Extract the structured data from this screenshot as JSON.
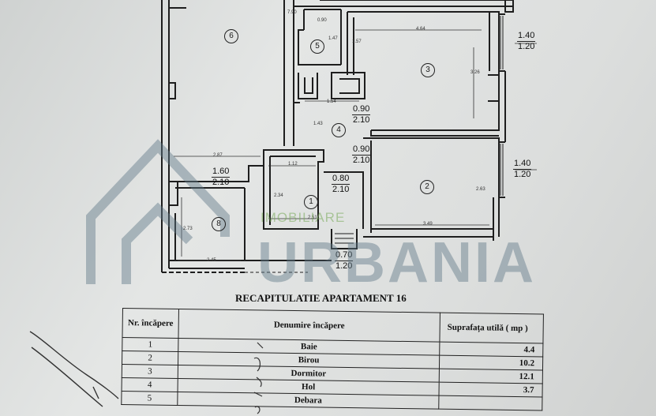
{
  "plan": {
    "rooms": [
      {
        "id": "room-6",
        "num": "6"
      },
      {
        "id": "room-5",
        "num": "5"
      },
      {
        "id": "room-3",
        "num": "3"
      },
      {
        "id": "room-4",
        "num": "4"
      },
      {
        "id": "room-1",
        "num": "1"
      },
      {
        "id": "room-2",
        "num": "2"
      },
      {
        "id": "room-8",
        "num": "8"
      }
    ],
    "dimensions": {
      "d_790": "7.90",
      "d_090": "0.90",
      "d_147": "1.47",
      "d_157": "1.57",
      "d_464": "4.64",
      "d_326": "3.26",
      "d_154": "1.54",
      "d_143": "1.43",
      "d_287": "2.87",
      "d_112": "1.12",
      "d_234": "2.34",
      "d_251": "2.51",
      "d_349": "3.49",
      "d_263": "2.63",
      "d_273": "2.73",
      "d_245": "2.45"
    },
    "openings": [
      {
        "id": "window-room3",
        "num": "1.40",
        "den": "1.20"
      },
      {
        "id": "door-hol-room3",
        "num": "0.90",
        "den": "2.10"
      },
      {
        "id": "door-hol-room2",
        "num": "0.90",
        "den": "2.10"
      },
      {
        "id": "window-room2",
        "num": "1.40",
        "den": "1.20"
      },
      {
        "id": "door-room8",
        "num": "1.60",
        "den": "2.10"
      },
      {
        "id": "door-baie",
        "num": "0.80",
        "den": "2.10"
      },
      {
        "id": "window-bottom",
        "num": "0.70",
        "den": "1.20"
      }
    ]
  },
  "watermark": {
    "brand": "URBANIA",
    "sub": "IMOBILIARE"
  },
  "recap": {
    "title": "RECAPITULATIE APARTAMENT 16",
    "headers": {
      "nr": "Nr. încăpere",
      "name": "Denumire încăpere",
      "area": "Suprafața utilă ( mp )"
    },
    "rows": [
      {
        "nr": "1",
        "name": "Baie",
        "area": "4.4"
      },
      {
        "nr": "2",
        "name": "Birou",
        "area": "10.2"
      },
      {
        "nr": "3",
        "name": "Dormitor",
        "area": "12.1"
      },
      {
        "nr": "4",
        "name": "Hol",
        "area": "3.7"
      },
      {
        "nr": "5",
        "name": "Debara",
        "area": ""
      }
    ]
  }
}
